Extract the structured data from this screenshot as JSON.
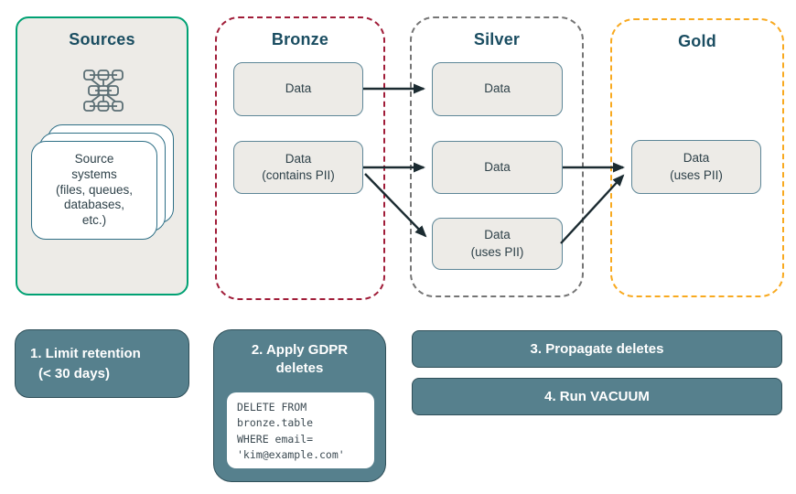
{
  "zones": {
    "sources": {
      "title": "Sources",
      "card_text": "Source\nsystems\n(files, queues,\ndatabases,\netc.)"
    },
    "bronze": {
      "title": "Bronze",
      "nodes": {
        "data": "Data",
        "data_contains_pii": "Data\n(contains PII)"
      }
    },
    "silver": {
      "title": "Silver",
      "nodes": {
        "data_top": "Data",
        "data_mid": "Data",
        "data_uses_pii": "Data\n(uses  PII)"
      }
    },
    "gold": {
      "title": "Gold",
      "nodes": {
        "data_uses_pii": "Data\n(uses  PII)"
      }
    }
  },
  "steps": {
    "step1": {
      "line1": "1. Limit retention",
      "line2": "(< 30 days)"
    },
    "step2": {
      "title": "2. Apply GDPR\ndeletes",
      "code": "DELETE FROM\nbronze.table\nWHERE email=\n'kim@example.com'"
    },
    "step3": {
      "label": "3. Propagate deletes"
    },
    "step4": {
      "label": "4. Run VACUUM"
    }
  },
  "icons": {
    "sources_icon": "network-grid-icon"
  },
  "theme": {
    "green": "#00A173",
    "crimson": "#A01C38",
    "graydash": "#757575",
    "amber": "#F8A91F",
    "teal": "#56808D",
    "heading": "#1A4D61",
    "node-fill": "#EDEBE7",
    "node-border": "#5D8697",
    "arrow": "#1B2B31"
  }
}
